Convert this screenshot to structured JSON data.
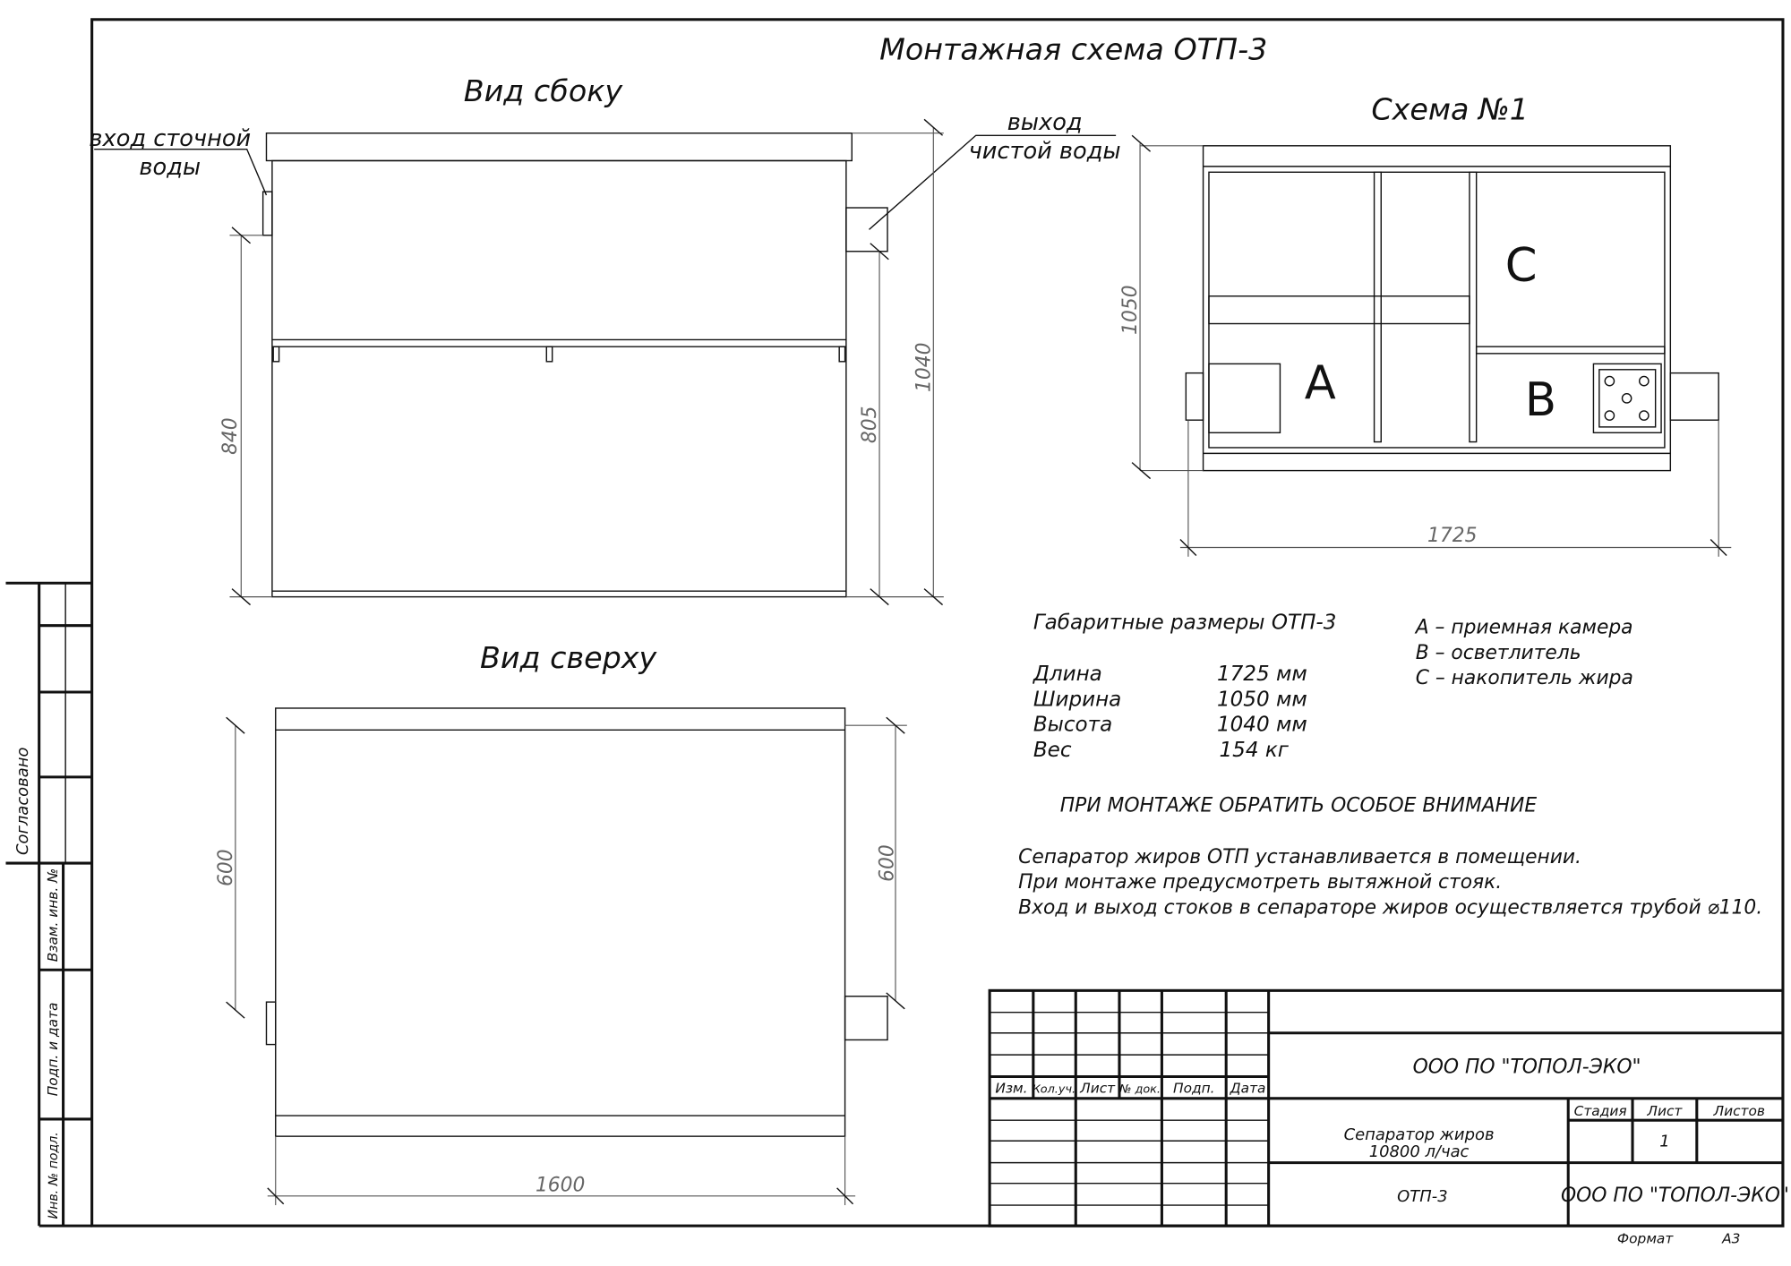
{
  "title": "Монтажная схема ОТП-3",
  "side_view": {
    "title": "Вид сбоку",
    "inlet_label": [
      "вход сточной",
      "воды"
    ],
    "outlet_label": [
      "выход",
      "чистой воды"
    ],
    "dims": {
      "inlet_height": "840",
      "outlet_height": "805",
      "total_height": "1040"
    }
  },
  "top_view": {
    "title": "Вид сверху",
    "dims": {
      "left_width": "600",
      "right_width": "600",
      "length": "1600"
    }
  },
  "scheme": {
    "title": "Схема №1",
    "labels": {
      "a": "A",
      "b": "B",
      "c": "C"
    },
    "dims": {
      "width": "1050",
      "length": "1725"
    }
  },
  "specs": {
    "title": "Габаритные размеры ОТП-3",
    "rows": [
      {
        "name": "Длина",
        "value": "1725 мм"
      },
      {
        "name": "Ширина",
        "value": "1050 мм"
      },
      {
        "name": "Высота",
        "value": "1040 мм"
      },
      {
        "name": "Вес",
        "value": "154 кг"
      }
    ]
  },
  "legend": [
    "A – приемная  камера",
    "B – осветлитель",
    "C – накопитель жира"
  ],
  "notes": {
    "heading": "ПРИ МОНТАЖЕ ОБРАТИТЬ ОСОБОЕ ВНИМАНИЕ",
    "lines": [
      "Сепаратор жиров ОТП устанавливается в помещении.",
      "При монтаже предусмотреть вытяжной стояк.",
      "Вход и выход стоков в сепараторе жиров осуществляется трубой ⌀110."
    ]
  },
  "title_block": {
    "headers": [
      "Изм.",
      "Кол.уч.",
      "Лист",
      "№ док.",
      "Подп.",
      "Дата"
    ],
    "company": "ООО ПО \"ТОПОЛ-ЭКО\"",
    "product_line1": "Сепаратор жиров",
    "product_line2": "10800 л/час",
    "code": "ОТП-3",
    "stage_header": "Стадия",
    "sheet_header": "Лист",
    "sheets_header": "Листов",
    "sheet_value": "1",
    "company2": "ООО ПО \"ТОПОЛ-ЭКО\"",
    "format_label": "Формат",
    "format_value": "A3"
  },
  "side_strip": {
    "agreed": "Согласовано",
    "inv_replace": "Взам. инв. №",
    "sign_date": "Подп. и дата",
    "inv_orig": "Инв. № подл."
  }
}
